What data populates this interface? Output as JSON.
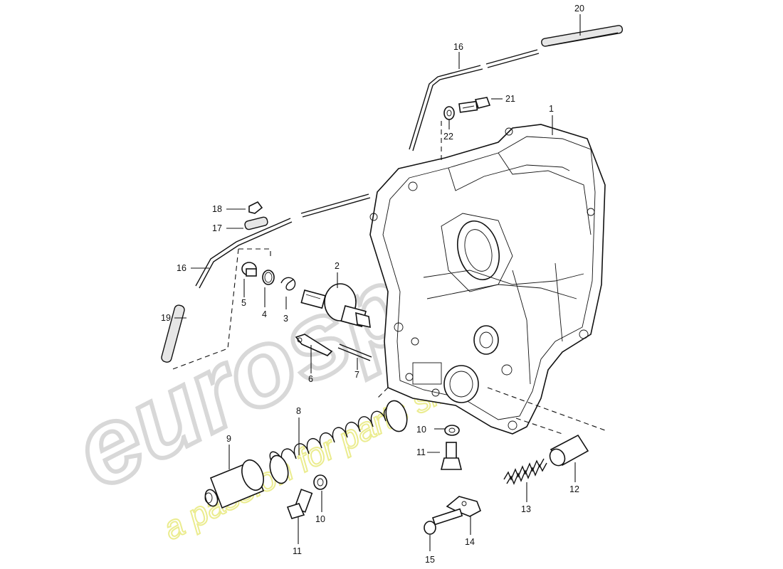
{
  "watermark": {
    "brand": "eurospares",
    "tagline": "a passion for parts since 1985",
    "brand_color": "#d9d9d9",
    "tagline_color": "#eef08a"
  },
  "callouts": [
    {
      "id": "c1",
      "text": "1"
    },
    {
      "id": "c2",
      "text": "2"
    },
    {
      "id": "c3",
      "text": "3"
    },
    {
      "id": "c4",
      "text": "4"
    },
    {
      "id": "c5",
      "text": "5"
    },
    {
      "id": "c6",
      "text": "6"
    },
    {
      "id": "c7",
      "text": "7"
    },
    {
      "id": "c8",
      "text": "8"
    },
    {
      "id": "c9",
      "text": "9"
    },
    {
      "id": "c10a",
      "text": "10"
    },
    {
      "id": "c10b",
      "text": "10"
    },
    {
      "id": "c11a",
      "text": "11"
    },
    {
      "id": "c11b",
      "text": "11"
    },
    {
      "id": "c12",
      "text": "12"
    },
    {
      "id": "c13",
      "text": "13"
    },
    {
      "id": "c14",
      "text": "14"
    },
    {
      "id": "c15",
      "text": "15"
    },
    {
      "id": "c16a",
      "text": "16"
    },
    {
      "id": "c16b",
      "text": "16"
    },
    {
      "id": "c17",
      "text": "17"
    },
    {
      "id": "c18",
      "text": "18"
    },
    {
      "id": "c19",
      "text": "19"
    },
    {
      "id": "c20",
      "text": "20"
    },
    {
      "id": "c21",
      "text": "21"
    },
    {
      "id": "c22",
      "text": "22"
    }
  ]
}
